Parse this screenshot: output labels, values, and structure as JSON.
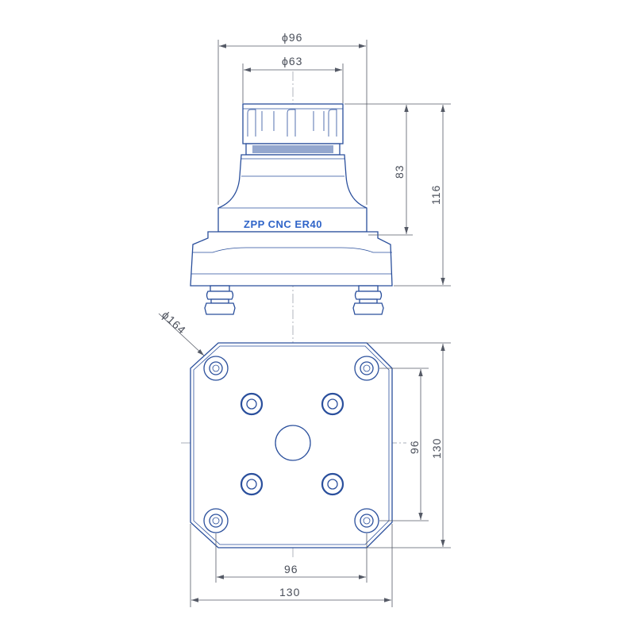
{
  "brand_label": "ZPP CNC ER40",
  "dimensions": {
    "flange_diameter": "ϕ96",
    "nut_diameter": "ϕ63",
    "height_upper": "83",
    "height_total": "116",
    "base_diameter": "ϕ164",
    "plate_hole_spacing_vertical": "96",
    "plate_height": "130",
    "plate_hole_spacing_horizontal": "96",
    "plate_width": "130"
  },
  "colors": {
    "outline": "#2a4f9c",
    "brand": "#2f64c8",
    "dimension_lines": "#555a66"
  }
}
